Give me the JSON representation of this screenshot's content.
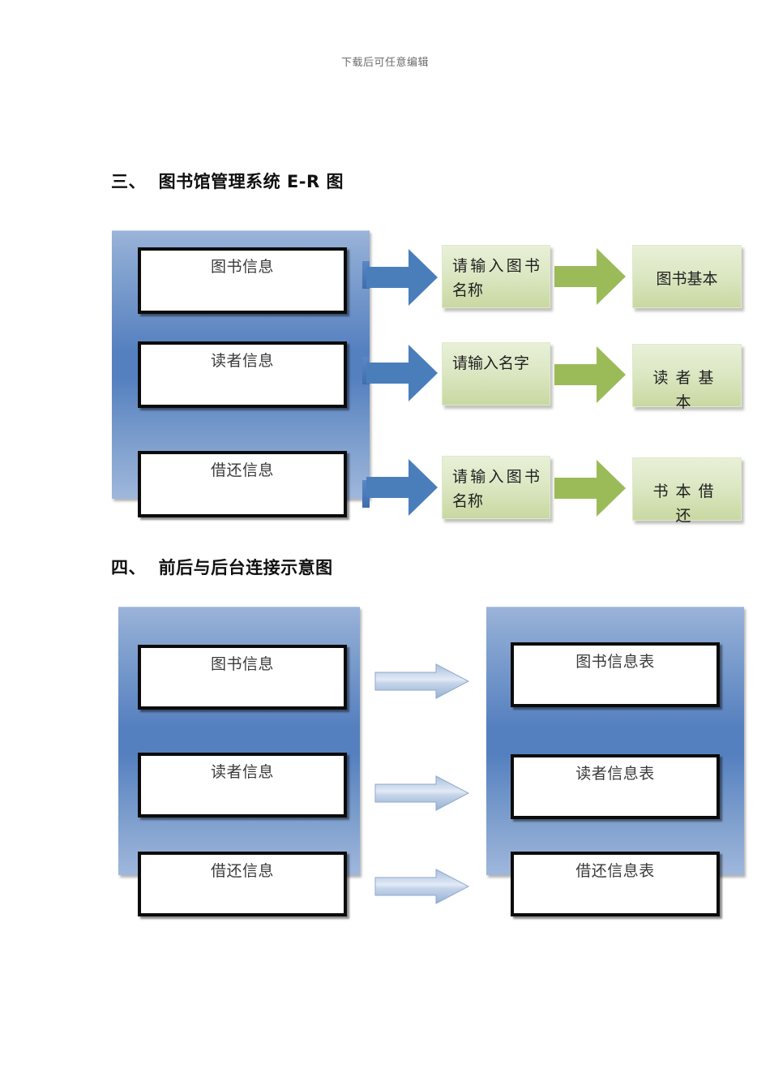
{
  "page": {
    "header_note": "下载后可任意编辑"
  },
  "colors": {
    "panel_blue_light": "#9BB4DA",
    "panel_blue_mid": "#5580BF",
    "arrow_blue": "#4A7EBB",
    "arrow_green": "#9BBB59",
    "green_box_light": "#E8F0D8",
    "green_box_dark": "#C9D8A2",
    "box_border": "#0B0B0B",
    "heading_text": "#101010",
    "box_text": "#3A3A3A"
  },
  "section_er": {
    "heading": "三、  图书馆管理系统 E-R 图",
    "source_panel": {
      "items": [
        {
          "label": "图书信息"
        },
        {
          "label": "读者信息"
        },
        {
          "label": "借还信息"
        }
      ]
    },
    "prompt_boxes": [
      {
        "label": "请输入图书名称"
      },
      {
        "label": "请输入名字"
      },
      {
        "label": "请输入图书名称"
      }
    ],
    "result_boxes": [
      {
        "label": "图书基本"
      },
      {
        "label": "读者基本"
      },
      {
        "label": "书本借还"
      }
    ],
    "arrows": {
      "stage1_name": "blue-right-arrow",
      "stage2_name": "green-right-arrow"
    }
  },
  "section_link": {
    "heading": "四、  前后与后台连接示意图",
    "frontend_panel": {
      "items": [
        {
          "label": "图书信息"
        },
        {
          "label": "读者信息"
        },
        {
          "label": "借还信息"
        }
      ]
    },
    "backend_panel": {
      "items": [
        {
          "label": "图书信息表"
        },
        {
          "label": "读者信息表"
        },
        {
          "label": "借还信息表"
        }
      ]
    },
    "arrows": {
      "name": "light-blue-right-arrow",
      "count": 3
    }
  }
}
